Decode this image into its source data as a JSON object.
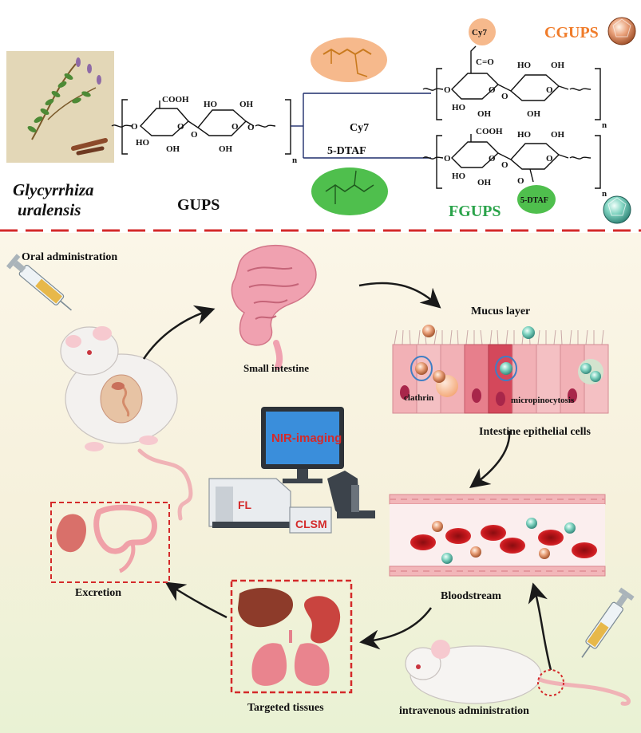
{
  "top": {
    "plant_name_line1": "Glycyrrhiza",
    "plant_name_line2": "uralensis",
    "gups_label": "GUPS",
    "cy7_label": "Cy7",
    "dtaf_label": "5-DTAF",
    "cgups_label": "CGUPS",
    "fgups_label": "FGUPS",
    "cy7_tag": "Cy7",
    "dtaf_tag": "5-DTAF",
    "carbonyl": "C=O",
    "repeat_n": "n",
    "cooh": "COOH",
    "ho": "HO",
    "oh": "OH",
    "o": "O",
    "colors": {
      "cgups": "#f07c2a",
      "fgups": "#2aa34a",
      "divider": "#d42a2a"
    }
  },
  "bottom": {
    "oral_administration": "Oral administration",
    "small_intestine": "Small intestine",
    "mucus_layer": "Mucus layer",
    "clathrin": "clathrin",
    "micropinocytosis": "micropinocytosis",
    "intestine_epithelial_cells": "Intestine epithelial cells",
    "nir_imaging": "NIR-imaging",
    "fl": "FL",
    "clsm": "CLSM",
    "excretion": "Excretion",
    "bloodstream": "Bloodstream",
    "targeted_tissues": "Targeted tissues",
    "intravenous_administration": "intravenous administration"
  }
}
